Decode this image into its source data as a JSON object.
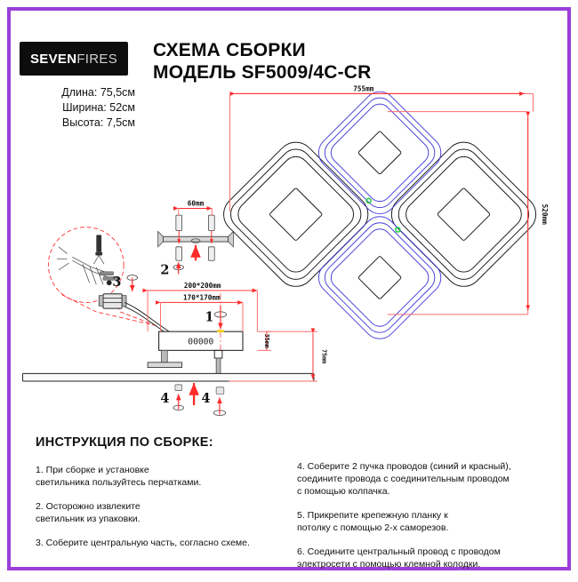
{
  "document": {
    "type": "assembly-diagram",
    "accent_color": "#9b3fd8",
    "background": "#ffffff"
  },
  "brand": {
    "name_bold": "SEVEN",
    "name_light": "FIRES",
    "box_color": "#0d0d0d"
  },
  "header": {
    "title_line1": "СХЕМА СБОРКИ",
    "title_line2": "МОДЕЛЬ SF5009/4C-CR"
  },
  "specs": {
    "length": "Длина: 75,5см",
    "width": "Ширина: 52см",
    "height": "Высота: 7,5см"
  },
  "dimensions": {
    "overall_width": "755mm",
    "overall_height": "520mm",
    "bracket_span": "60mm",
    "plate_outer": "200*200mm",
    "plate_inner": "170*170mm",
    "driver_height": "35mm",
    "total_height": "75mm"
  },
  "callouts": {
    "one": "1",
    "two": "2",
    "three": "3",
    "four_a": "4",
    "four_b": "4"
  },
  "driver": {
    "label": "00000"
  },
  "lamp": {
    "squares": [
      {
        "name": "top-square",
        "color": "#4a3fd8"
      },
      {
        "name": "left-square",
        "color": "#1a1a1a"
      },
      {
        "name": "right-square",
        "color": "#1a1a1a"
      },
      {
        "name": "bottom-square",
        "color": "#4a3fd8"
      }
    ],
    "connector_color": "#22cc44"
  },
  "instructions": {
    "heading": "ИНСТРУКЦИЯ ПО СБОРКЕ:",
    "left": [
      "1. При сборке и установке\nсветильника пользуйтесь перчатками.",
      "2. Осторожно извлеките\nсветильник из упаковки.",
      "3. Соберите центральную часть, согласно схеме."
    ],
    "right": [
      "4. Соберите 2 пучка проводов (синий и красный),\nсоедините провода с соединительным проводом\nс помощью колпачка.",
      "5. Прикрепите крепежную планку к\nпотолку с помощью 2-х саморезов.",
      "6. Соедините центральный провод с проводом\nэлектросети с помощью клемной колодки."
    ]
  }
}
